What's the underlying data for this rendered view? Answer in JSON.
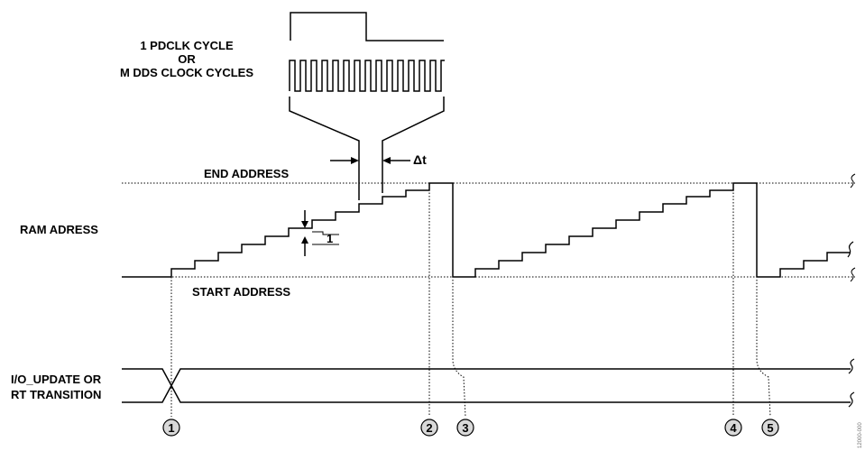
{
  "labels": {
    "pdclk_line1": "1 PDCLK CYCLE",
    "pdclk_line2": "OR",
    "pdclk_line3": "M DDS CLOCK CYCLES",
    "delta_t": "Δt",
    "end_address": "END ADDRESS",
    "ram_address": "RAM ADRESS",
    "start_address": "START ADDRESS",
    "step_one": "1",
    "io_update_line1": "I/O_UPDATE OR",
    "io_update_line2": "RT TRANSITION",
    "figure_id": "12000-000"
  },
  "markers": [
    "1",
    "2",
    "3",
    "4",
    "5"
  ]
}
